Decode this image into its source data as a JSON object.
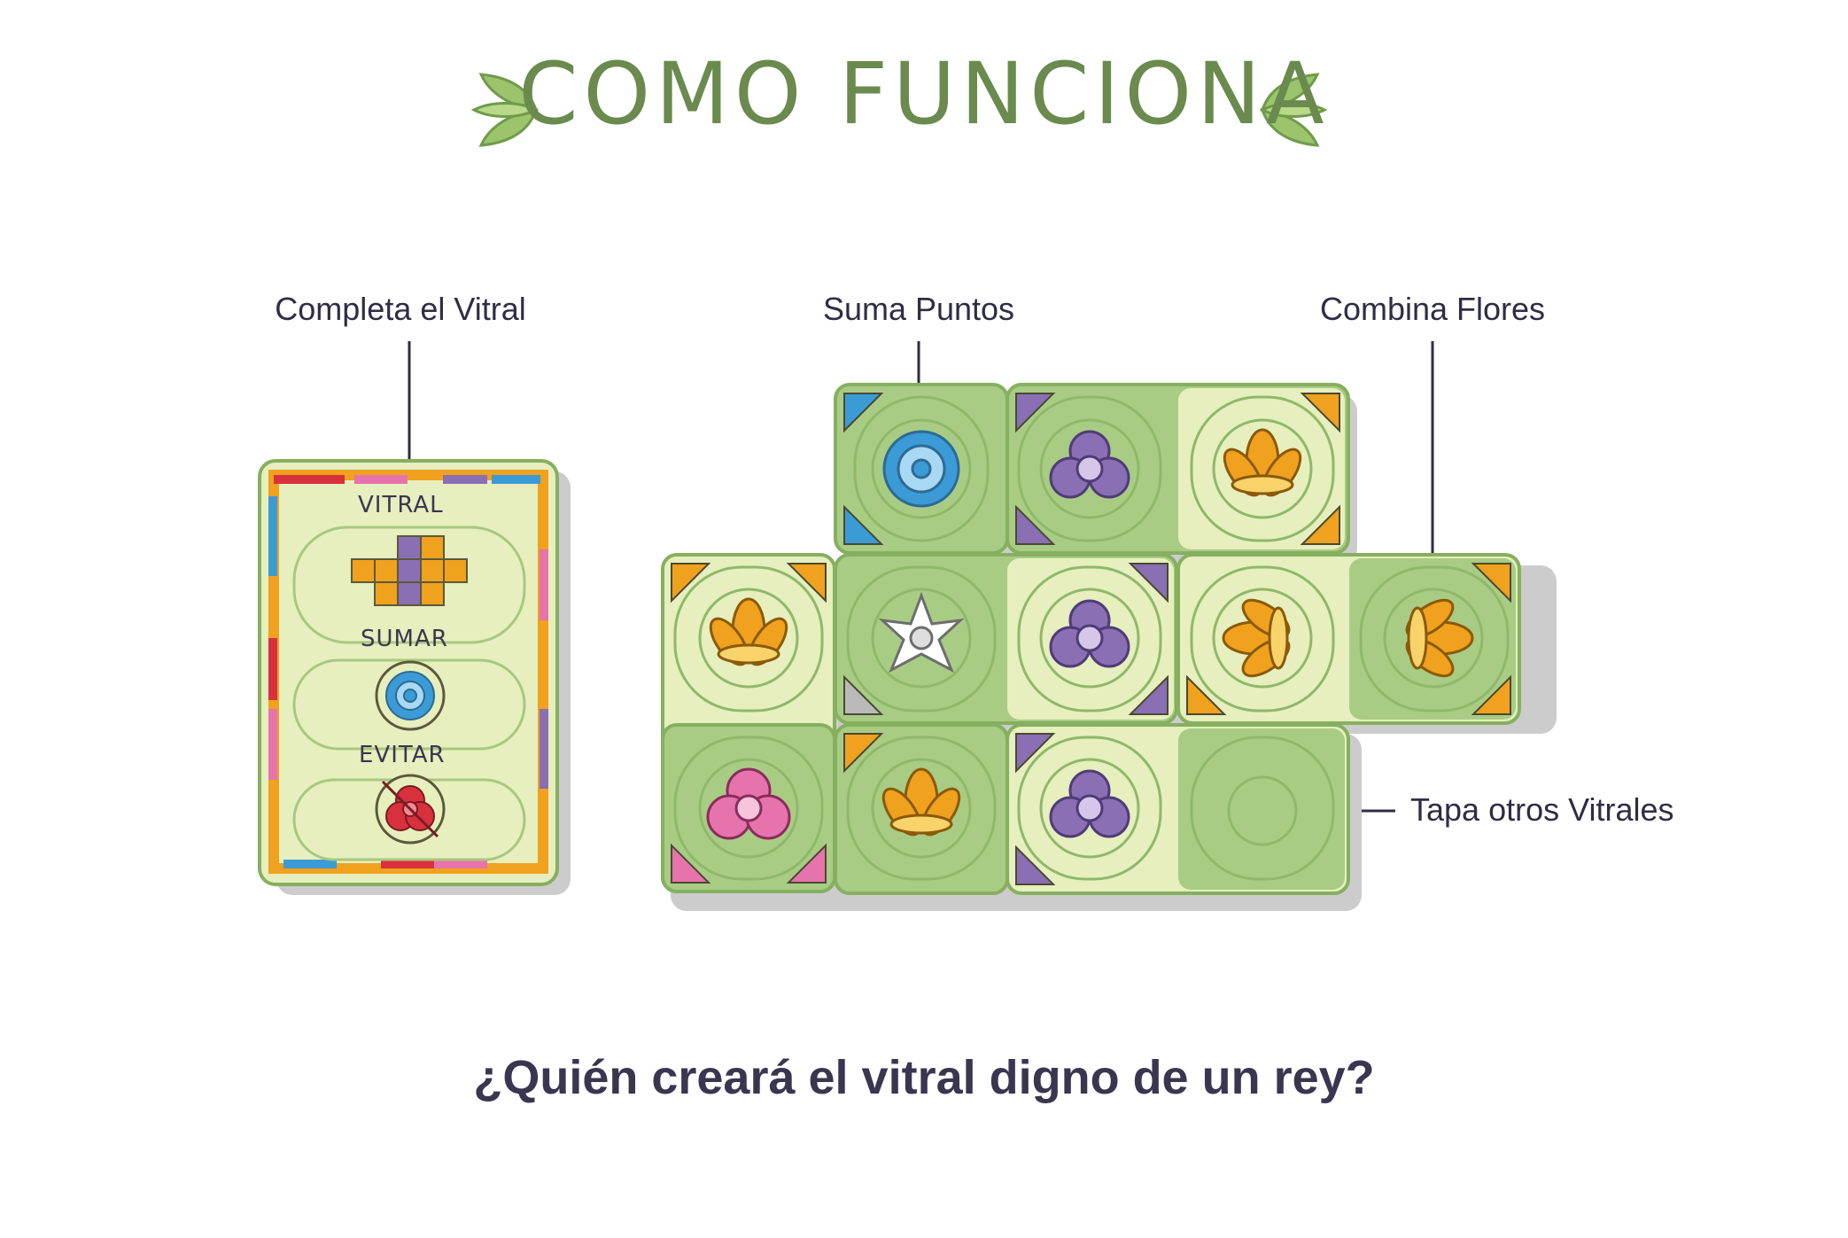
{
  "title": "COMO FUNCIONA",
  "labels": {
    "complete": "Completa el Vitral",
    "points": "Suma Puntos",
    "combine": "Combina Flores",
    "cover": "Tapa otros Vitrales"
  },
  "card": {
    "section1": "VITRAL",
    "section2": "SUMAR",
    "section3": "EVITAR"
  },
  "question": "¿Quién creará el vitral digno de un rey?",
  "colors": {
    "title": "#6a8a4e",
    "leaf": "#9bc46c",
    "tile_light": "#e6efbd",
    "tile_dark": "#a8cc84",
    "border": "#86b060",
    "orange": "#f0a11e",
    "purple": "#8a6fb4",
    "blue": "#3b9bd6",
    "pink": "#e773ad",
    "red": "#d9303e"
  }
}
